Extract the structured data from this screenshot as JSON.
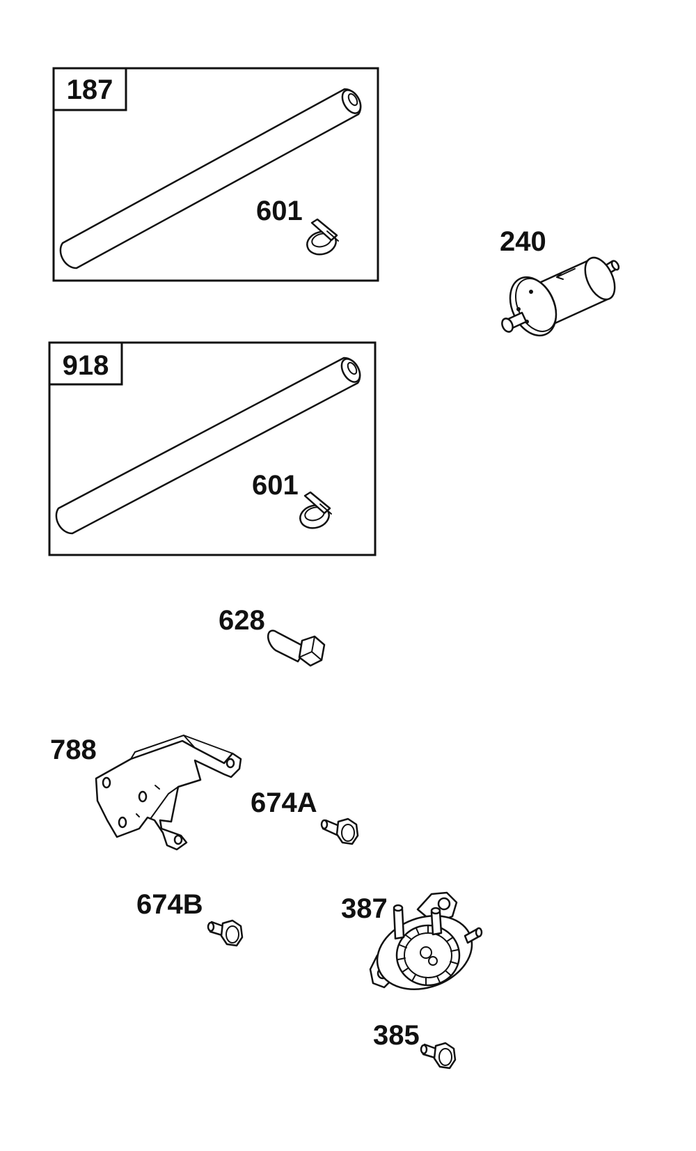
{
  "kits": [
    {
      "number": "187",
      "contents": [
        "fuel-line",
        "601"
      ]
    },
    {
      "number": "918",
      "contents": [
        "fuel-line",
        "601"
      ]
    }
  ],
  "callouts": {
    "kit_187_clamp": "601",
    "kit_918_clamp": "601",
    "fuel_filter": "240",
    "screw_628": "628",
    "bracket": "788",
    "screw_674a": "674A",
    "screw_674b": "674B",
    "fuel_pump": "387",
    "screw_385": "385"
  }
}
